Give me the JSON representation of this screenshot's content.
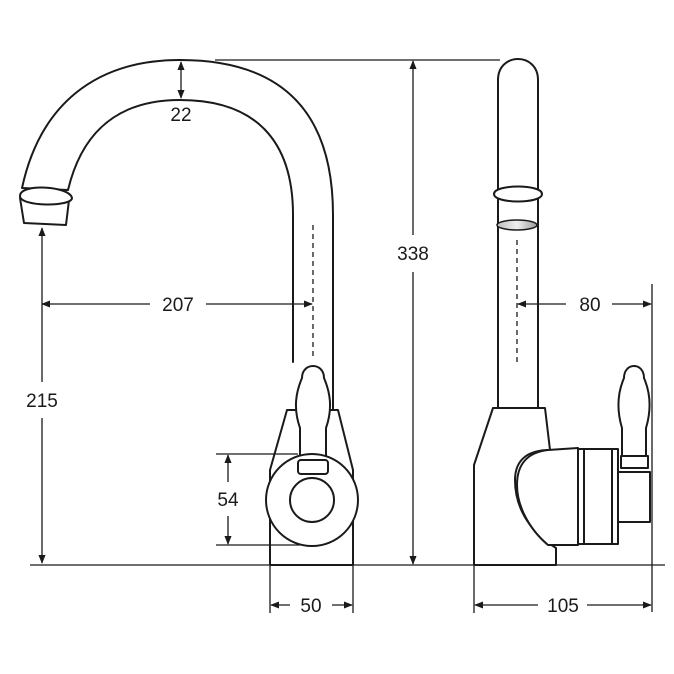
{
  "diagram": {
    "dimensions": {
      "spout_thickness": "22",
      "overall_height": "338",
      "spout_reach": "207",
      "spout_clearance": "215",
      "handle_base_height": "54",
      "base_width_front": "50",
      "handle_offset": "80",
      "base_depth_side": "105"
    }
  },
  "colors": {
    "line": "#1a1a1a",
    "background": "#ffffff"
  }
}
